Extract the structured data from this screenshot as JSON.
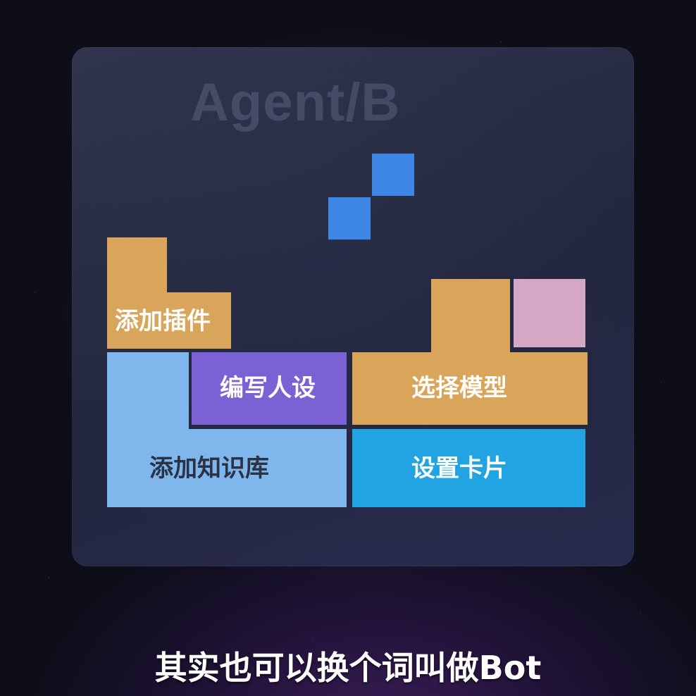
{
  "panel": {
    "title": "Agent/B"
  },
  "blocks": {
    "plugin": "添加插件",
    "persona": "编写人设",
    "model": "选择模型",
    "knowledge": "添加知识库",
    "card": "设置卡片"
  },
  "subtitle": "其实也可以换个词叫做Bot",
  "colors": {
    "orange": "#d8a55a",
    "purple": "#7a62d4",
    "light_blue": "#7fb7ec",
    "blue": "#22a3e2",
    "pink": "#d4a7c4",
    "square_blue": "#3d86e6",
    "panel": "#2c3149"
  }
}
